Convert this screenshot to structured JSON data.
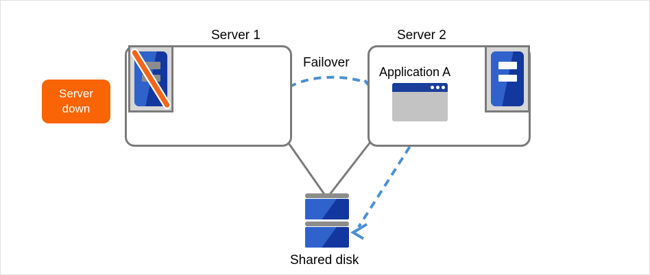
{
  "diagram": {
    "title_hidden": "",
    "colors": {
      "accent_orange": "#f96406",
      "server_blue_light": "#2f62cb",
      "server_blue_dark": "#12379e",
      "frame_gray": "#7a7a7a",
      "icon_bg_gray": "#d6d6d6",
      "app_window_body": "#c3c3c3",
      "app_titlebar_blue": "#1b3e9b",
      "arrow_blue": "#4a8fd4",
      "disk_cap_gray": "#8c8c8c",
      "canvas_border": "#e2e2e2"
    },
    "server1": {
      "caption": "Server 1",
      "icon_name": "server-down-icon",
      "status_badge": {
        "line1": "Server",
        "line2": "down"
      }
    },
    "server2": {
      "caption": "Server 2",
      "icon_name": "server-icon",
      "application": {
        "label": "Application A",
        "window_dots": 3
      }
    },
    "failover": {
      "label": "Failover"
    },
    "shared_disk": {
      "label": "Shared disk",
      "platters": 2
    }
  }
}
